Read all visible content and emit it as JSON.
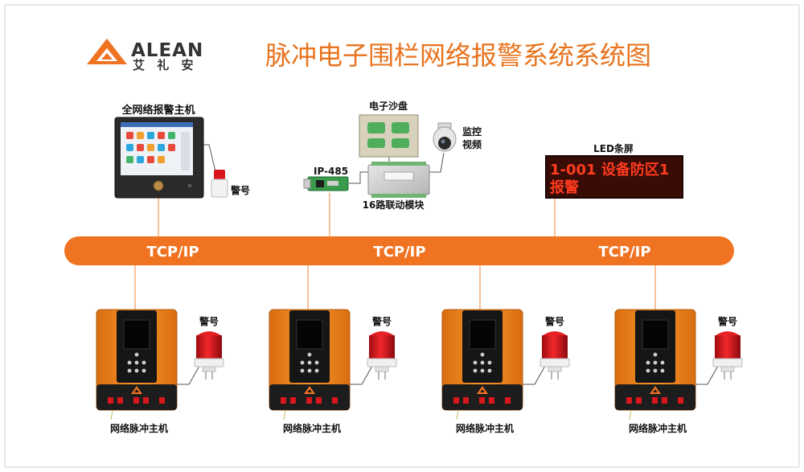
{
  "header": {
    "brand_en": "ALEAN",
    "brand_cn": "艾 礼 安",
    "title": "脉冲电子围栏网络报警系统系统图"
  },
  "top_devices": {
    "host_label": "全网络报警主机",
    "siren_label": "警号",
    "ip485_label": "IP-485",
    "sandtable_label": "电子沙盘",
    "camera_label_1": "监控",
    "camera_label_2": "视频",
    "module_label": "16路联动模块",
    "led_label": "LED条屏",
    "led_line1": "1-001 设备防区1",
    "led_line2": "报警"
  },
  "network": {
    "labels": [
      "TCP/IP",
      "TCP/IP",
      "TCP/IP"
    ]
  },
  "pulse_hosts": [
    {
      "label": "网络脉冲主机",
      "siren": "警号"
    },
    {
      "label": "网络脉冲主机",
      "siren": "警号"
    },
    {
      "label": "网络脉冲主机",
      "siren": "警号"
    },
    {
      "label": "网络脉冲主机",
      "siren": "警号"
    }
  ],
  "colors": {
    "accent": "#f07322",
    "title": "#e8731e",
    "line": "#f3a066",
    "led_bg": "#3a0c06",
    "led_text": "#ff3b1f",
    "device_orange": "#f28a1e",
    "siren_red": "#d8161b"
  }
}
